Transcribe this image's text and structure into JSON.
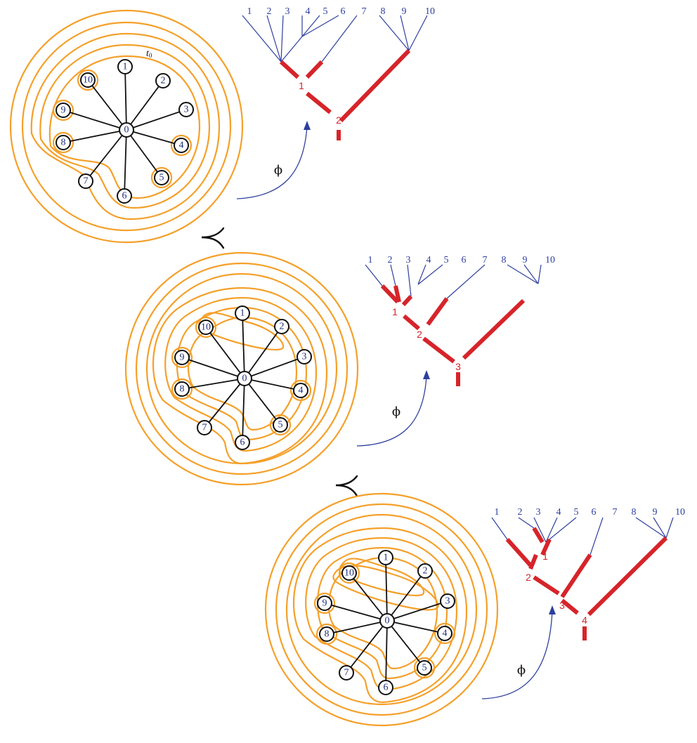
{
  "symbols": {
    "map": "ϕ",
    "succ": "≻",
    "start_label": "t",
    "start_sub": "0"
  },
  "colors": {
    "curve": "#f5a02a",
    "spoke": "#111111",
    "node_text": "#1f2d7a",
    "tree_blue": "#2e3f9e",
    "tree_red": "#d6242a"
  },
  "panels": [
    {
      "center_label": "0",
      "node_labels": [
        "1",
        "2",
        "3",
        "4",
        "5",
        "6",
        "7",
        "8",
        "9",
        "10"
      ],
      "circled_nodes": [
        "10",
        "9",
        "8",
        "4",
        "5"
      ],
      "leaf_labels": [
        "1",
        "2",
        "3",
        "4",
        "5",
        "6",
        "7",
        "8",
        "9",
        "10"
      ],
      "internal_labels": [
        "1",
        "2"
      ]
    },
    {
      "center_label": "0",
      "node_labels": [
        "1",
        "2",
        "3",
        "4",
        "5",
        "6",
        "7",
        "8",
        "9",
        "10"
      ],
      "circled_nodes": [
        "10",
        "9",
        "8",
        "4",
        "5"
      ],
      "leaf_labels": [
        "1",
        "2",
        "3",
        "4",
        "5",
        "6",
        "7",
        "8",
        "9",
        "10"
      ],
      "internal_labels": [
        "1",
        "2",
        "3"
      ]
    },
    {
      "center_label": "0",
      "node_labels": [
        "1",
        "2",
        "3",
        "4",
        "5",
        "6",
        "7",
        "8",
        "9",
        "10"
      ],
      "circled_nodes": [
        "10",
        "9",
        "8",
        "4",
        "5"
      ],
      "leaf_labels": [
        "1",
        "2",
        "3",
        "4",
        "5",
        "6",
        "7",
        "8",
        "9",
        "10"
      ],
      "internal_labels": [
        "1",
        "2",
        "3",
        "4"
      ]
    }
  ]
}
